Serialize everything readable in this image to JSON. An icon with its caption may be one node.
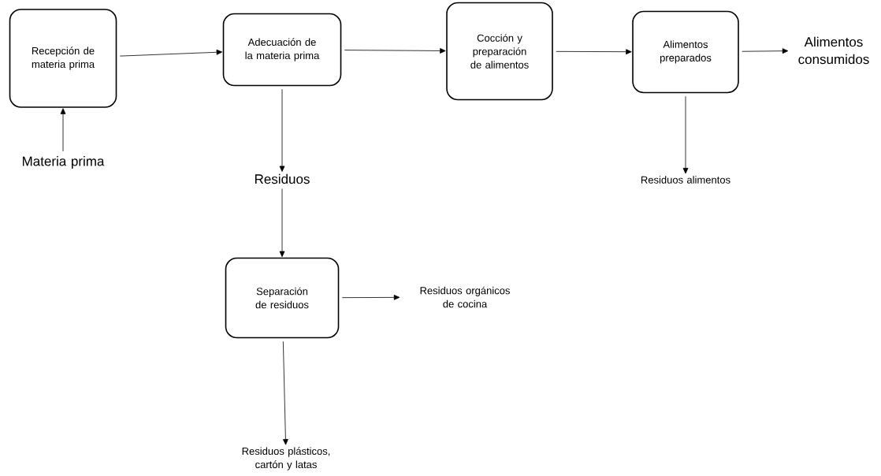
{
  "diagram": {
    "nodes": [
      {
        "text": [
          "Recepción de materia prima"
        ]
      },
      {
        "text": [
          "Adecuación de la materia prima"
        ]
      },
      {
        "text": [
          "Cocción y preparación de alimentos"
        ]
      },
      {
        "text": [
          "Alimentos preparados"
        ]
      },
      {
        "text": [
          "Alimentos consumidos"
        ]
      },
      {
        "text": [
          "Materia prima"
        ]
      },
      {
        "text": [
          "Residuos"
        ]
      },
      {
        "text": [
          "Residuos alimentos"
        ]
      },
      {
        "text": [
          "Separación de residuos"
        ]
      },
      {
        "text": [
          "Residuos orgánicos de cocina"
        ]
      },
      {
        "text": [
          "Residuos plásticos, cartón y latas"
        ]
      }
    ],
    "edges": [
      {
        "from": 5,
        "to": 0,
        "arrow": "to"
      },
      {
        "from": 0,
        "to": 1,
        "arrow": "to"
      },
      {
        "from": 1,
        "to": 2,
        "arrow": "to"
      },
      {
        "from": 1,
        "to": 6,
        "arrow": "to"
      },
      {
        "from": 2,
        "to": 3,
        "arrow": "to"
      },
      {
        "from": 3,
        "to": 4,
        "arrow": "to"
      },
      {
        "from": 3,
        "to": 7,
        "arrow": "to"
      },
      {
        "from": 6,
        "to": 8,
        "arrow": "to"
      },
      {
        "from": 8,
        "to": 9,
        "arrow": "to"
      },
      {
        "from": 8,
        "to": 10,
        "arrow": "to"
      }
    ]
  }
}
